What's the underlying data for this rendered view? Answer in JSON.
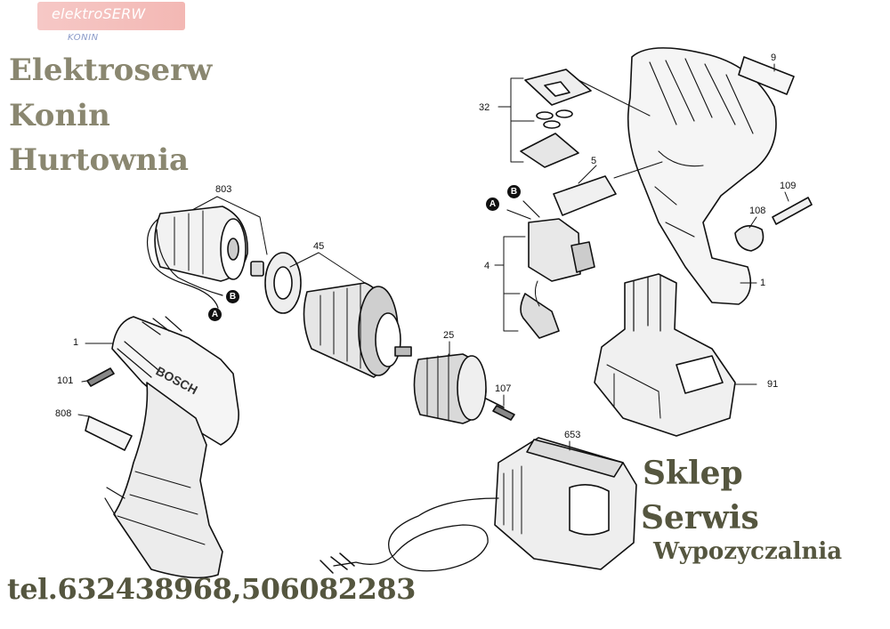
{
  "logo": {
    "main": "elektroSERW",
    "sub": "KONIN"
  },
  "headings": {
    "line1": "Elektroserw",
    "line2": "Konin",
    "line3": "Hurtownia"
  },
  "right_headings": {
    "shop": "Sklep",
    "service": "Serwis",
    "rental": "Wypozyczalnia"
  },
  "phone": "tel.632438968,506082283",
  "markers": {
    "a": "A",
    "b": "B"
  },
  "parts": {
    "p803": "803",
    "p45": "45",
    "p25": "25",
    "p1_left": "1",
    "p101": "101",
    "p808": "808",
    "p107": "107",
    "p653": "653",
    "p32": "32",
    "p9": "9",
    "p5": "5",
    "p4": "4",
    "p108": "108",
    "p109": "109",
    "p1_right": "1",
    "p91": "91"
  },
  "brand_mark": "BOSCH"
}
